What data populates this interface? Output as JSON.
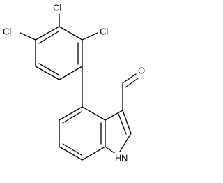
{
  "molecule": {
    "atoms": [
      {
        "id": "cl_top",
        "symbol": "Cl"
      },
      {
        "id": "cl_left",
        "symbol": "Cl"
      },
      {
        "id": "cl_right",
        "symbol": "Cl"
      },
      {
        "id": "o_aldehyde",
        "symbol": "O"
      },
      {
        "id": "nh",
        "symbol": "H",
        "suffix": "N"
      }
    ]
  }
}
